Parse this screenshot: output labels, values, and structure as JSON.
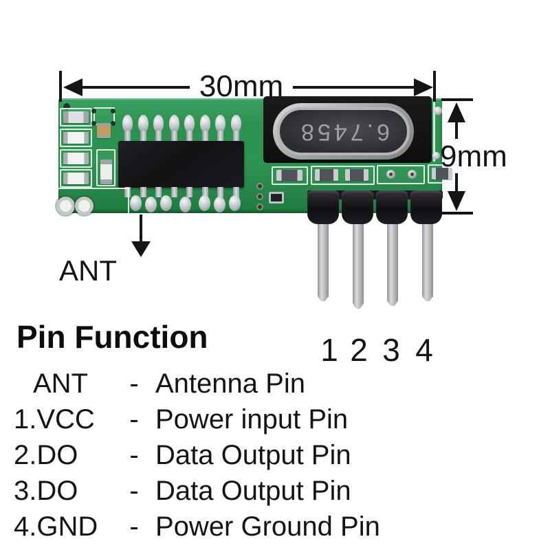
{
  "diagram": {
    "dim_width": "30mm",
    "dim_height": "9mm",
    "ant_label": "ANT",
    "crystal_marking": "6.7458",
    "pin_numbers": [
      "1",
      "2",
      "3",
      "4"
    ]
  },
  "pin_function": {
    "heading": "Pin Function",
    "rows": [
      {
        "label": "ANT",
        "dash": "-",
        "desc": "Antenna Pin"
      },
      {
        "label": "1.VCC",
        "dash": "-",
        "desc": "Power input Pin"
      },
      {
        "label": "2.DO",
        "dash": "-",
        "desc": "Data Output Pin"
      },
      {
        "label": "3.DO",
        "dash": "-",
        "desc": "Data Output Pin"
      },
      {
        "label": "4.GND",
        "dash": "-",
        "desc": "Power Ground Pin"
      }
    ]
  },
  "colors": {
    "pcb_green": "#2e9150",
    "silkscreen_white": "#f0f6f0",
    "annotation_ink": "#141414",
    "metal_silver": "#c6c8ca",
    "header_black": "#17171a"
  }
}
